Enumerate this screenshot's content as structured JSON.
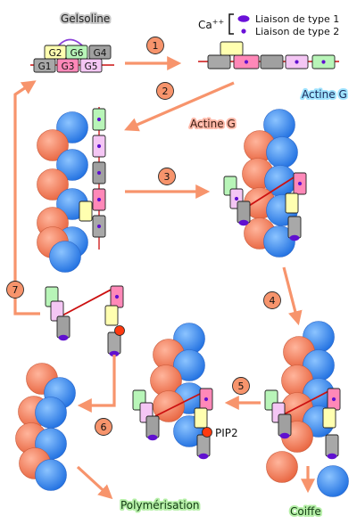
{
  "labels": {
    "gelsoline": "Gelsoline",
    "actine_g_top": "Actine G",
    "actine_g_mid": "Actine G",
    "pip2": "PIP2",
    "polymerisation": "Polymérisation",
    "coiffe": "Coiffe"
  },
  "legend": {
    "ion": "Ca",
    "ion_charge": "++",
    "type1": "Liaison de type 1",
    "type2": "Liaison de type 2"
  },
  "domains": {
    "top_row": [
      "G2",
      "G6",
      "G4"
    ],
    "bottom_row": [
      "G1",
      "G3",
      "G5"
    ]
  },
  "steps": [
    "1",
    "2",
    "3",
    "4",
    "5",
    "6",
    "7"
  ],
  "colors": {
    "arrow": "#f7946c",
    "actin_red": "#f08060",
    "actin_blue": "#3a88ef",
    "g1": "#a8a8a8",
    "g2": "#ffffb0",
    "g3": "#ff88b8",
    "g4": "#a0a0a0",
    "g5": "#f4c6f4",
    "g6": "#b8f5b8",
    "bond_type1": "#6010d0",
    "bond_type2": "#6010d0",
    "link": "#cc1010",
    "pip2": "#ff3a10"
  }
}
